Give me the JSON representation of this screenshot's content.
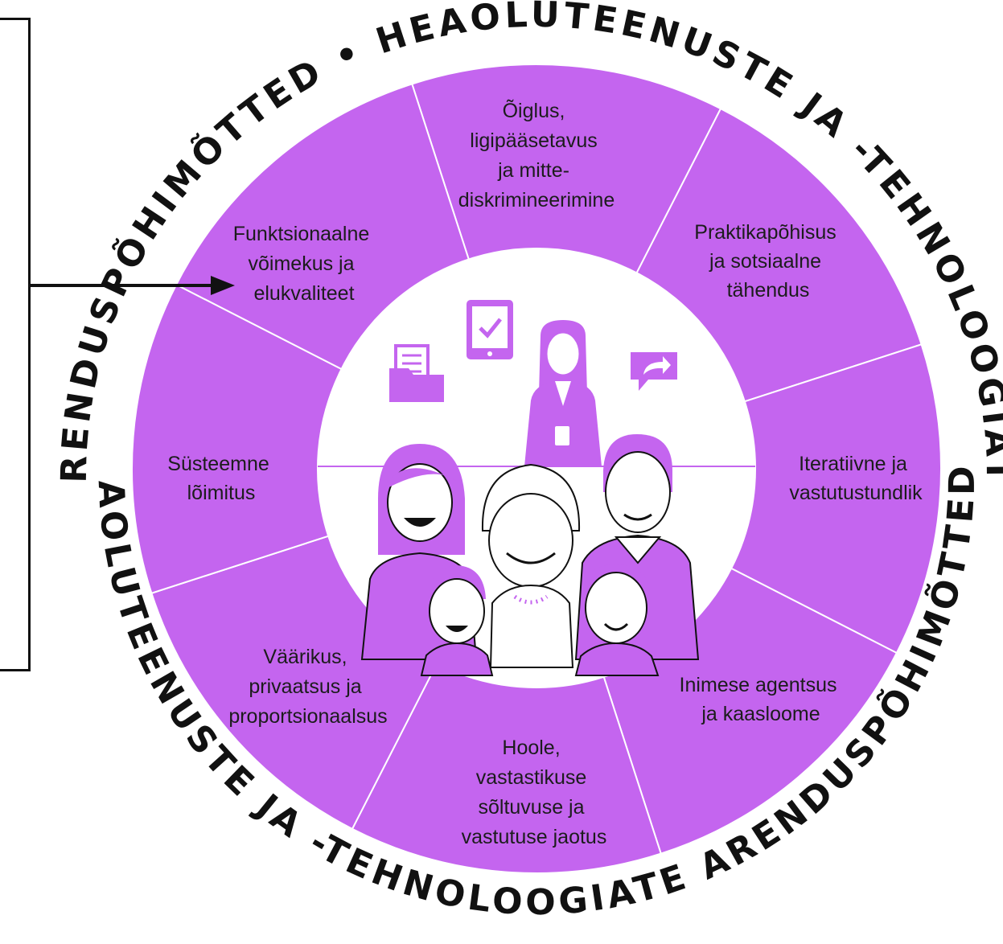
{
  "ring_text": {
    "top": "ARENDUSPÕHIMÕTTED • HEAOLUTEENUSTE JA -TEHNOLOOGIATE",
    "bottom": "HEAOLUTEENUSTE JA -TEHNOLOOGIATE ARENDUSPÕHIMÕTTED •"
  },
  "segments": [
    {
      "lines": [
        "Õiglus,",
        "ligipääsetavus",
        "ja mitte-",
        "diskrimineerimine"
      ]
    },
    {
      "lines": [
        "Praktikapõhisus",
        "ja sotsiaalne",
        "tähendus"
      ]
    },
    {
      "lines": [
        "Iteratiivne ja",
        "vastutustundlik"
      ]
    },
    {
      "lines": [
        "Inimese agentsus",
        "ja kaasloome"
      ]
    },
    {
      "lines": [
        "Hoole,",
        "vastastikuse",
        "sõltuvuse ja",
        "vastutuse jaotus"
      ]
    },
    {
      "lines": [
        "Väärikus,",
        "privaatsus ja",
        "proportsionaalsus"
      ]
    },
    {
      "lines": [
        "Süsteemne",
        "lõimitus"
      ]
    },
    {
      "lines": [
        "Funktsionaalne",
        "võimekus ja",
        "elukvaliteet"
      ]
    }
  ],
  "colors": {
    "segment": "#c465ef",
    "hub_icons": "#c465ef",
    "outline": "#111111"
  },
  "icons": [
    "document-folder-icon",
    "tablet-check-icon",
    "share-message-icon",
    "caregiver-person-icon",
    "family-group-icon"
  ]
}
